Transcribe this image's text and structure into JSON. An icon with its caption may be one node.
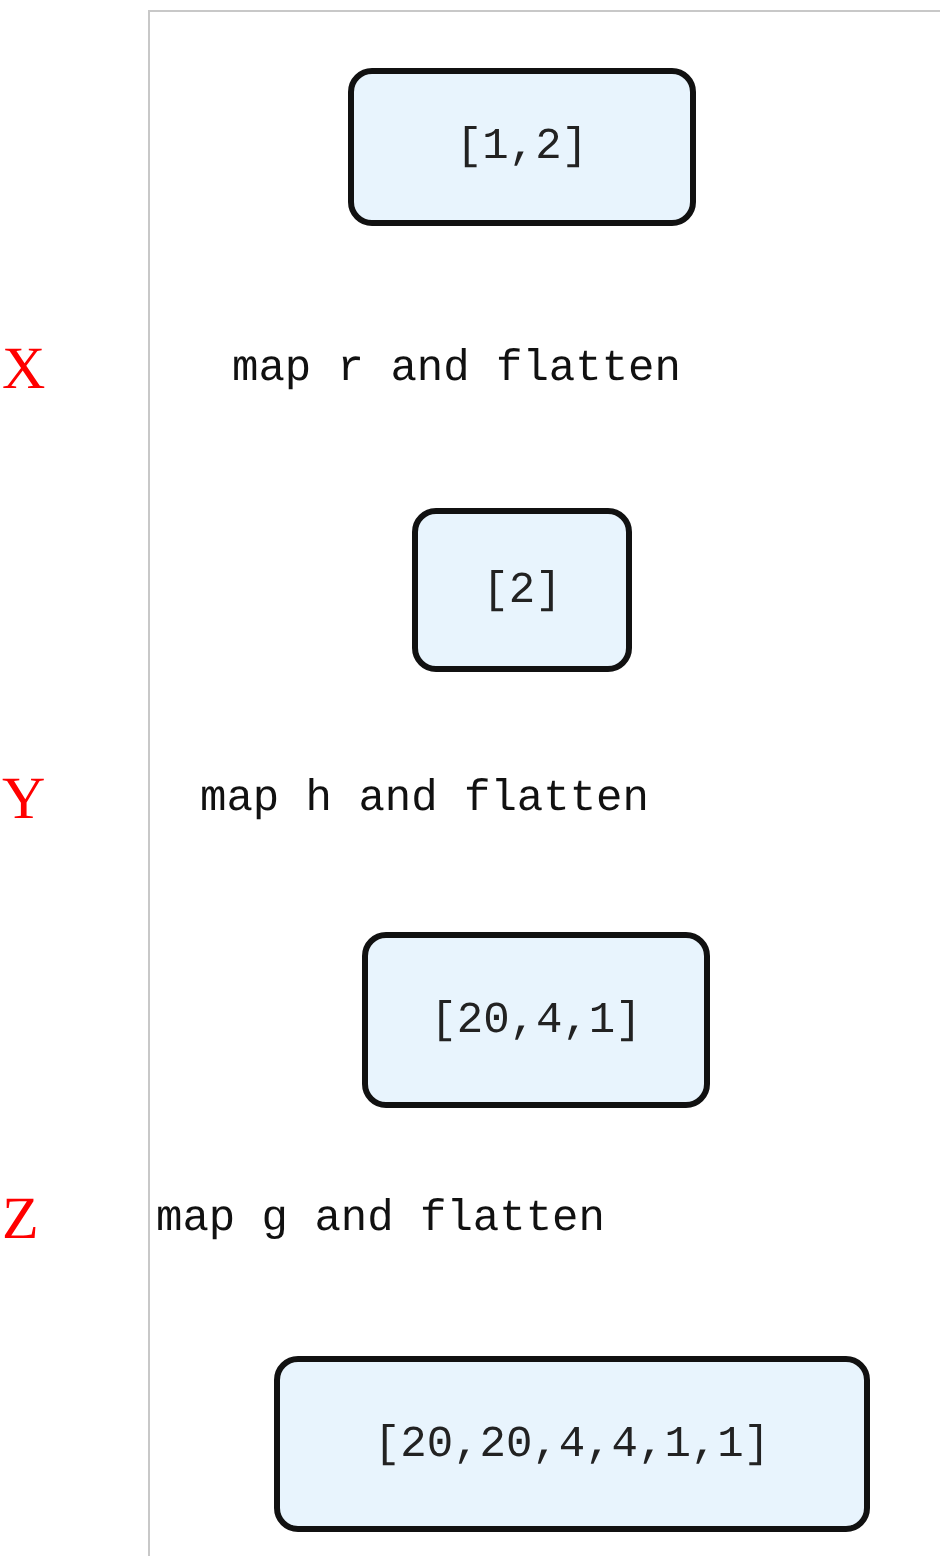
{
  "diagram": {
    "nodes": [
      {
        "text": [
          "[1,2]"
        ]
      },
      {
        "text": [
          "[2]"
        ]
      },
      {
        "text": [
          "[20,4,1]"
        ]
      },
      {
        "text": [
          "[20,20,4,4,1,1]"
        ]
      }
    ],
    "labels": [
      "X",
      "map r and flatten",
      "Y",
      "map h and flatten",
      "Z",
      "map g and flatten"
    ]
  }
}
